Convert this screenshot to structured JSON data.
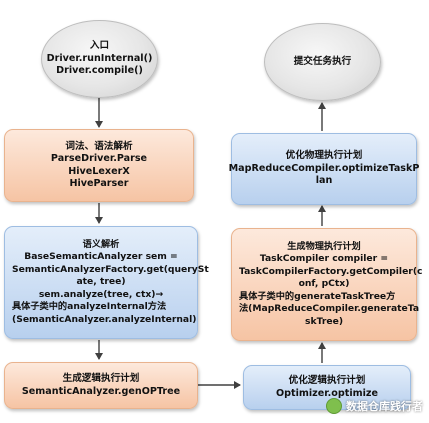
{
  "nodes": {
    "entry": {
      "title": "入口",
      "lines": [
        "Driver.runInternal()",
        "Driver.compile()"
      ]
    },
    "lexer": {
      "title": "词法、语法解析",
      "lines": [
        "ParseDriver.Parse",
        "HiveLexerX",
        "HiveParser"
      ]
    },
    "semantic": {
      "title": "语义解析",
      "lines": [
        "BaseSemanticAnalyzer sem =",
        "SemanticAnalyzerFactory.get(querySt",
        "ate, tree)",
        "sem.analyze(tree, ctx)→",
        "具体子类中的analyzeInternal方法",
        "(SemanticAnalyzer.analyzeInternal)"
      ]
    },
    "logical_plan": {
      "title": "生成逻辑执行计划",
      "lines": [
        "SemanticAnalyzer.genOPTree"
      ]
    },
    "optimize_logical": {
      "title": "优化逻辑执行计划",
      "lines": [
        "Optimizer.optimize"
      ]
    },
    "physical_plan": {
      "title": "生成物理执行计划",
      "lines": [
        "TaskCompiler compiler =",
        "TaskCompilerFactory.getCompiler(c",
        "onf, pCtx)",
        "具体子类中的generateTaskTree方",
        "法(MapReduceCompiler.generateTa",
        "skTree)"
      ]
    },
    "optimize_physical": {
      "title": "优化物理执行计划",
      "lines": [
        "MapReduceCompiler.optimizeTaskP",
        "lan"
      ]
    },
    "submit": {
      "title": "提交任务执行",
      "lines": []
    }
  },
  "watermark": {
    "text": "数据仓库践行者",
    "icon": "wechat-icon"
  },
  "colors": {
    "arrow": "#404040",
    "orange_top": "#fde9dc",
    "orange_bottom": "#f6c4a4",
    "blue_top": "#e4eefa",
    "blue_bottom": "#b8d0ee",
    "oval": "#e6e6e6"
  }
}
